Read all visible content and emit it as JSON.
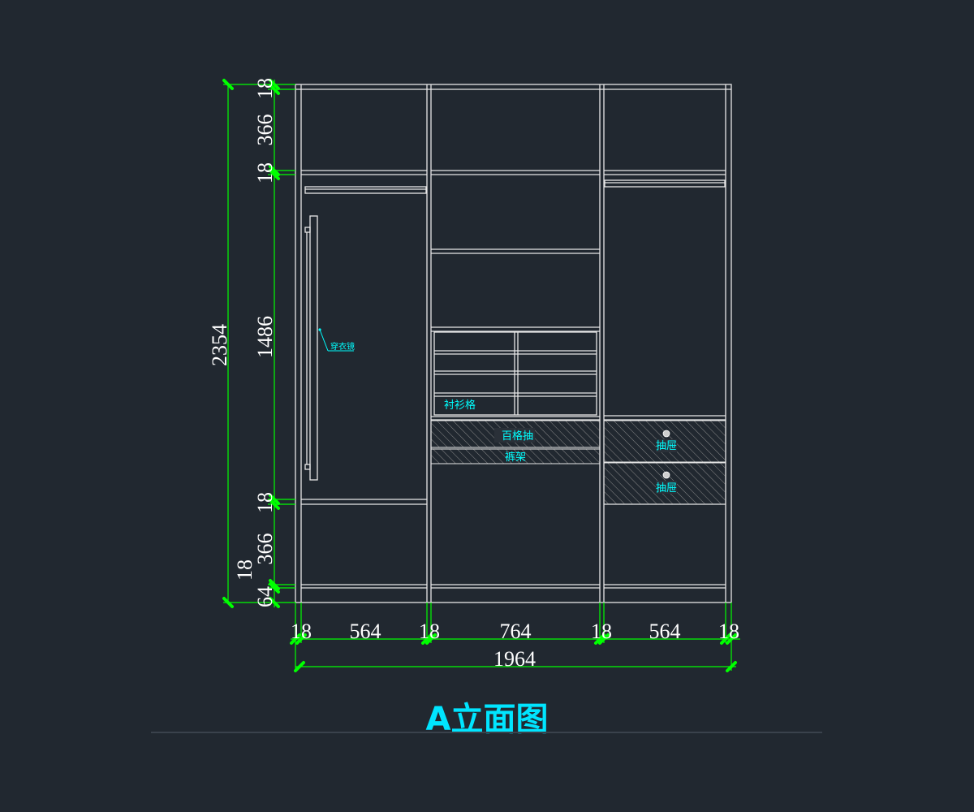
{
  "colors": {
    "background": "#212830",
    "lines": "#e8e8e8",
    "dimension": "#00ff00",
    "label": "#00ffff",
    "hatch": "#8a8a8a"
  },
  "title": "A立面图",
  "labels": {
    "mirror": "穿衣镜",
    "shirt_grid": "衬衫格",
    "hundred_drawer": "百格抽",
    "trouser_rack": "裤架",
    "drawer_1": "抽屉",
    "drawer_2": "抽屉"
  },
  "dims_horizontal": [
    "18",
    "564",
    "18",
    "764",
    "18",
    "564",
    "18"
  ],
  "dim_total_width": "1964",
  "dims_vertical_right": [
    "18",
    "366",
    "18",
    "1486",
    "18",
    "366",
    "18",
    "64"
  ],
  "dim_total_height": "2354"
}
